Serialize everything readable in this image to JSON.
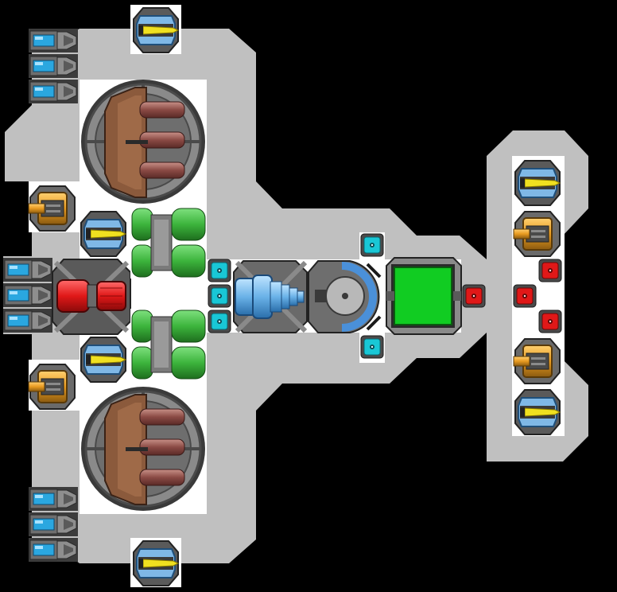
{
  "ship": {
    "hull_color": "#c0c0c0",
    "floor_color": "#ffffff",
    "background_color": "#000000"
  },
  "palette": {
    "thruster_blue": "#2aa7e0",
    "reactor_brown": "#8b5a3c",
    "pod_red": "#e01818",
    "tank_green": "#3cb43c",
    "pad_cyan": "#19c7d6",
    "core_blue": "#4a90d9",
    "bay_green": "#11cc22",
    "turret_gold": "#e8a020",
    "turret_yellow": "#f0e020"
  },
  "modules": [
    {
      "type": "thruster-bank",
      "count": 3
    },
    {
      "type": "thruster-bank",
      "count": 3
    },
    {
      "type": "thruster-bank",
      "count": 3
    },
    {
      "type": "reactor",
      "count": 2
    },
    {
      "type": "laser-turret",
      "count": 6
    },
    {
      "type": "cannon-turret",
      "count": 4
    },
    {
      "type": "fuel-tank",
      "count": 4
    },
    {
      "type": "shield-node",
      "count": 5
    },
    {
      "type": "power-node",
      "count": 4
    },
    {
      "type": "engine-core",
      "count": 1
    },
    {
      "type": "cargo-bay",
      "count": 1
    }
  ]
}
